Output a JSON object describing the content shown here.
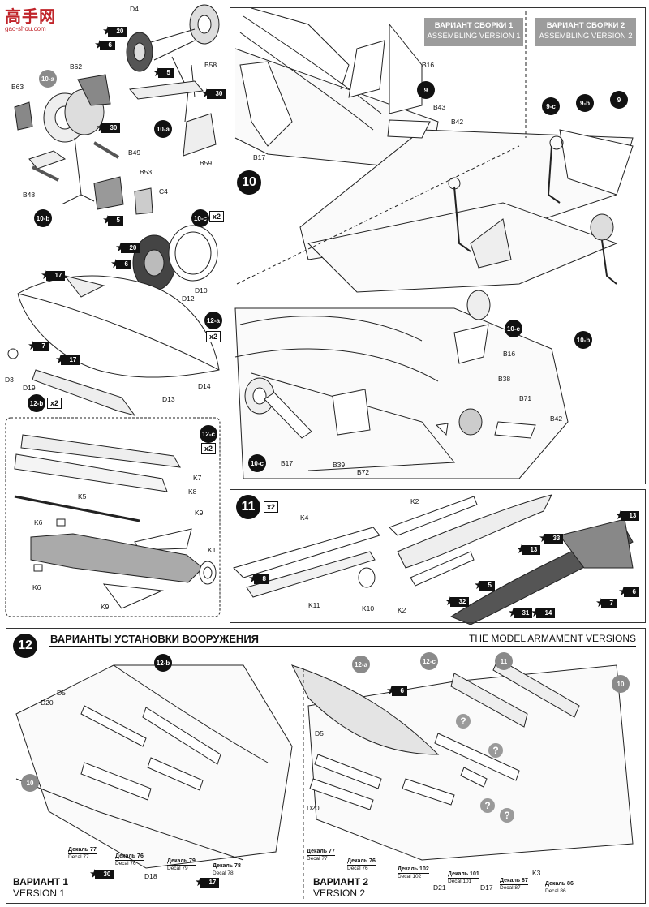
{
  "watermark": {
    "cn": "高手网",
    "url": "gao-shou.com"
  },
  "steps": {
    "s10": "10",
    "s11": "11",
    "s12": "12"
  },
  "version_boxes": {
    "v1_ru": "ВАРИАНТ СБОРКИ 1",
    "v1_en": "ASSEMBLING VERSION 1",
    "v2_ru": "ВАРИАНТ СБОРКИ 2",
    "v2_en": "ASSEMBLING VERSION 2"
  },
  "section12": {
    "title_ru": "ВАРИАНТЫ УСТАНОВКИ ВООРУЖЕНИЯ",
    "title_en": "THE MODEL ARMAMENT VERSIONS",
    "v1_ru": "ВАРИАНТ 1",
    "v1_en": "VERSION 1",
    "v2_ru": "ВАРИАНТ 2",
    "v2_en": "VERSION 2"
  },
  "x2": "x2",
  "parts_left": {
    "D4": "D4",
    "B58": "B58",
    "B62": "B62",
    "B63": "B63",
    "B49": "B49",
    "B48": "B48",
    "B53": "B53",
    "C4": "C4",
    "B59": "B59",
    "D10": "D10",
    "D12": "D12",
    "D13": "D13",
    "D14": "D14",
    "D3": "D3",
    "D19": "D19",
    "K7": "K7",
    "K8": "K8",
    "K5": "K5",
    "K6a": "K6",
    "K9a": "K9",
    "K1": "K1",
    "K6b": "K6",
    "K9b": "K9"
  },
  "sub_labels": {
    "a10a": "10-a",
    "a10a2": "10-a",
    "a10b": "10-b",
    "a10c": "10-c",
    "a12a": "12-a",
    "a12b": "12-b",
    "a12c": "12-c"
  },
  "colors": {
    "c20": "20",
    "c6": "6",
    "c5": "5",
    "c30": "30",
    "c30b": "30",
    "c5b": "5",
    "c20b": "20",
    "c6b": "6",
    "c17": "17",
    "c7": "7",
    "c17b": "17"
  },
  "parts_10": {
    "B16": "B16",
    "B43": "B43",
    "B42": "B42",
    "B17": "B17",
    "c9": "9",
    "c9c": "9-c",
    "c9b": "9-b",
    "c9r": "9",
    "c10c": "10-c",
    "B16b": "B16",
    "B38": "B38",
    "B71": "B71",
    "B42b": "B42",
    "B17b": "B17",
    "B39": "B39",
    "B72": "B72",
    "c10cb": "10-c",
    "c10b": "10-b"
  },
  "parts_11": {
    "K4": "K4",
    "K2": "K2",
    "K11": "K11",
    "K10": "K10",
    "K2b": "K2",
    "c8": "8",
    "c13": "13",
    "c33": "33",
    "c13b": "13",
    "c6": "6",
    "c7": "7",
    "c5": "5",
    "c32": "32",
    "c31": "31",
    "c14": "14"
  },
  "parts_12": {
    "c12b": "12-b",
    "D5": "D5",
    "D20": "D20",
    "c10": "10",
    "c30": "30",
    "D18": "D18",
    "c17": "17",
    "c12a": "12-a",
    "c6": "6",
    "c12c": "12-c",
    "c11": "11",
    "c10r": "10",
    "D5b": "D5",
    "D20b": "D20",
    "D21": "D21",
    "D17": "D17",
    "K3": "K3",
    "q": "?"
  },
  "decals": [
    {
      "ru": "Декаль 77",
      "en": "Decal 77"
    },
    {
      "ru": "Декаль 76",
      "en": "Decal 76"
    },
    {
      "ru": "Декаль 79",
      "en": "Decal 79"
    },
    {
      "ru": "Декаль 78",
      "en": "Decal 78"
    },
    {
      "ru": "Декаль 77",
      "en": "Decal 77"
    },
    {
      "ru": "Декаль 76",
      "en": "Decal 76"
    },
    {
      "ru": "Декаль 102",
      "en": "Decal 102"
    },
    {
      "ru": "Декаль 101",
      "en": "Decal 101"
    },
    {
      "ru": "Декаль 87",
      "en": "Decal 87"
    },
    {
      "ru": "Декаль 86",
      "en": "Decal 86"
    }
  ]
}
